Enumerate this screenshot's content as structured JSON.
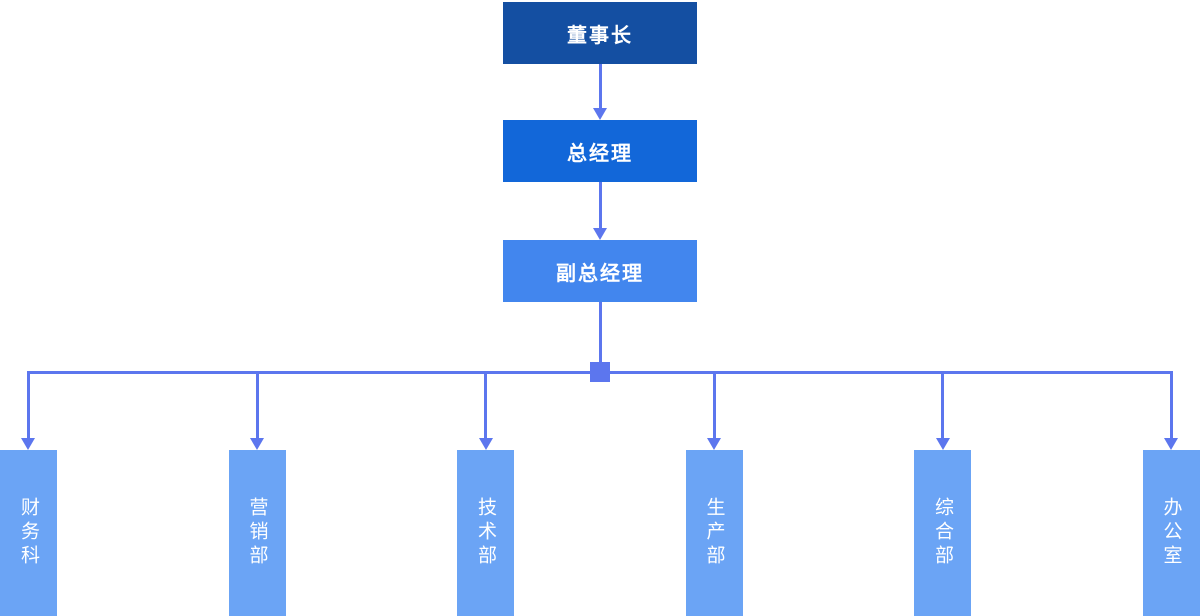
{
  "diagram": {
    "type": "org-chart",
    "levels": [
      {
        "label": "董事长"
      },
      {
        "label": "总经理"
      },
      {
        "label": "副总经理"
      }
    ],
    "departments": [
      {
        "label": "财务科"
      },
      {
        "label": "营销部"
      },
      {
        "label": "技术部"
      },
      {
        "label": "生产部"
      },
      {
        "label": "综合部"
      },
      {
        "label": "办公室"
      }
    ]
  },
  "palette": {
    "level1_bg": "#144FA2",
    "level2_bg": "#1267D9",
    "level3_bg": "#4286EE",
    "department_bg": "#6BA4F5",
    "connector": "#5C76EE",
    "node_text": "#FFFFFF",
    "background": "#FFFFFF"
  }
}
